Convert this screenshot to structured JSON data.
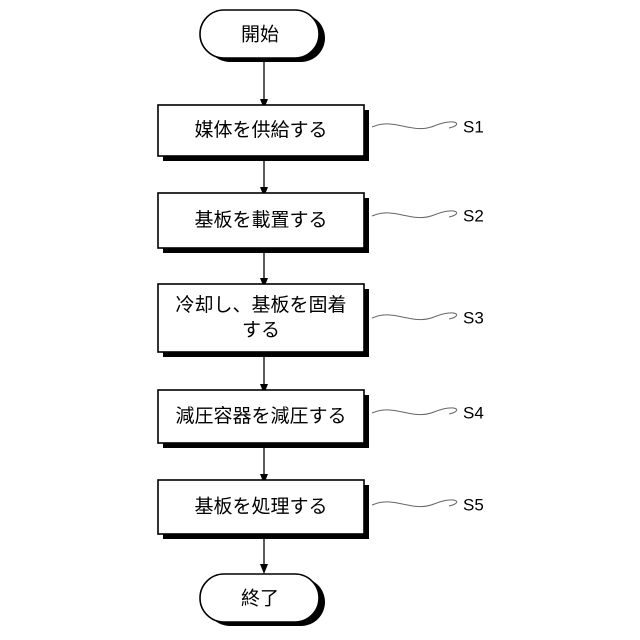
{
  "flowchart": {
    "start": {
      "text": "開始"
    },
    "end": {
      "text": "終了"
    },
    "steps": [
      {
        "label": "S1",
        "lines": [
          "媒体を供給する"
        ]
      },
      {
        "label": "S2",
        "lines": [
          "基板を載置する"
        ]
      },
      {
        "label": "S3",
        "lines": [
          "冷却し、基板を固着",
          "する"
        ]
      },
      {
        "label": "S4",
        "lines": [
          "減圧容器を減圧する"
        ]
      },
      {
        "label": "S5",
        "lines": [
          "基板を処理する"
        ]
      }
    ]
  }
}
